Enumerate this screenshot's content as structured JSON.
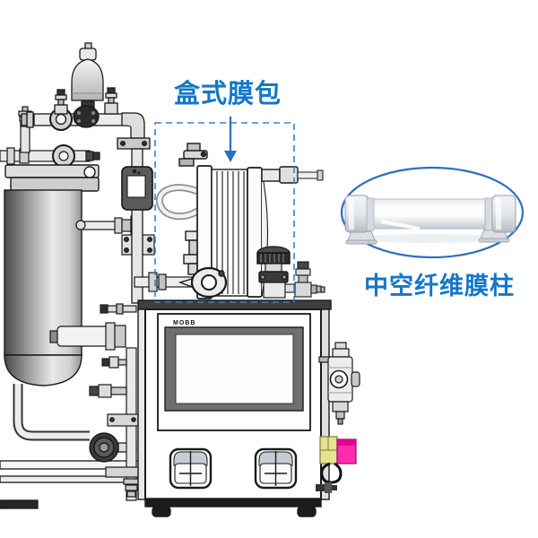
{
  "callouts": {
    "cassette_label": "盒式膜包",
    "hollow_fiber_label": "中空纤维膜柱"
  },
  "cabinet": {
    "hmi_logo": "MOBB"
  },
  "colors": {
    "label_blue": "#1477c8",
    "callout_dash_blue": "#3c7fd0",
    "arrow_blue": "#2470c4",
    "ellipse_blue": "#2e6fc0",
    "connector_yellow": "#e6e28e",
    "connector_magenta": "#ff2cb1",
    "hmi_bezel_gray": "#6f6f6f",
    "tank_dark_gray": "#474747"
  }
}
